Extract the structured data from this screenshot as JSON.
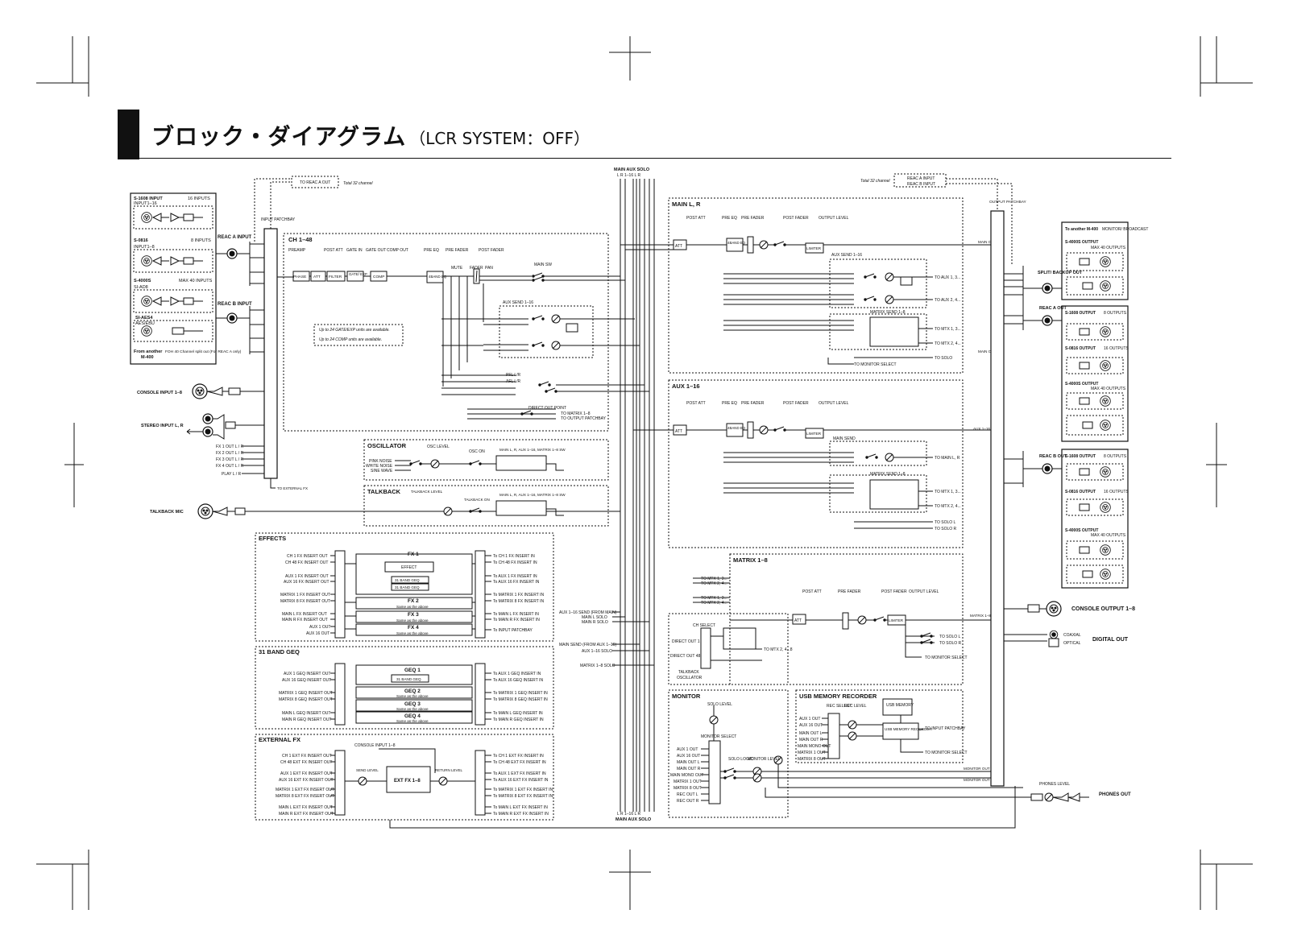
{
  "page": {
    "title_jp": "ブロック・ダイアグラム",
    "title_sub": "（LCR SYSTEM：OFF）"
  },
  "colors": {
    "ink": "#111111",
    "box_fill": "#ffffff",
    "line_dash": "#333333"
  },
  "inputs": {
    "s1608": {
      "label": "S-1608 INPUT",
      "count": "16 INPUTS",
      "range": "INPUT1–16"
    },
    "s0816": {
      "label": "S-0816",
      "count": "8 INPUTS",
      "range": "INPUT1–8"
    },
    "s4000s": {
      "label": "S-4000S",
      "count": "MAX 40 INPUTS",
      "sub": "SI-AD8",
      "aes": "SI-AES4",
      "aes_sub": "AES/EBU"
    },
    "from_another": "From another",
    "from_another_model": "M-400",
    "from_note": "FOH 40 Channel split out (For REAC A only)",
    "reac_a_input": "REAC A INPUT",
    "reac_b_input": "REAC B INPUT",
    "console_input": "CONSOLE INPUT 1–8",
    "stereo_input": "STEREO INPUT L, R",
    "fx_outs": [
      "FX 1 OUT L / R",
      "FX 2 OUT L / R",
      "FX 3 OUT L / R",
      "FX 4 OUT L / R",
      "PLAY L / R"
    ],
    "talkback_mic": "TALKBACK MIC",
    "input_patchbay": "INPUT PATCHBAY",
    "to_reac_a_out": "TO REAC A OUT",
    "total_32": "Total 32 channel",
    "to_external_fx": "TO EXTERNAL FX"
  },
  "ch": {
    "title": "CH 1–48",
    "stages": [
      "PHASE",
      "ATT",
      "FILTER",
      "GATE/ EXP",
      "COMP",
      "4BAND EQ"
    ],
    "points": [
      "PREAMP",
      "POST ATT",
      "GATE IN",
      "GATE OUT",
      "COMP OUT",
      "PRE EQ",
      "PRE FADER",
      "POST FADER"
    ],
    "labels": [
      "MUTE",
      "FADER",
      "PAN",
      "MAIN SW",
      "AUX SEND 1–16",
      "PFL L/R",
      "AFL L/R",
      "DIRECT OUT POINT",
      "TO MATRIX 1–8",
      "TO OUTPUT PATCHBAY"
    ],
    "note1": "Up to 24 GATE/EXP units are available.",
    "note2": "Up to 24 COMP units are available."
  },
  "osc": {
    "title": "OSCILLATOR",
    "sources": [
      "PINK NOISE",
      "WHITE NOISE",
      "SINE WAVE"
    ],
    "labels": [
      "OSC LEVEL",
      "OSC ON",
      "MAIN L, R, AUX 1–16, MATRIX 1–8 SW"
    ]
  },
  "talkback": {
    "title": "TALKBACK",
    "labels": [
      "TALKBACK LEVEL",
      "TALKBACK ON",
      "MAIN L, R, AUX 1–16, MATRIX 1–8 SW"
    ]
  },
  "effects": {
    "title": "EFFECTS",
    "ins": [
      "CH 1 FX INSERT OUT",
      "CH 48 FX INSERT OUT",
      "AUX 1 FX INSERT OUT",
      "AUX 16 FX INSERT OUT",
      "MATRIX 1 FX INSERT OUT",
      "MATRIX 8 FX INSERT OUT",
      "MAIN L FX INSERT OUT",
      "MAIN R FX INSERT OUT",
      "AUX 1 OUT",
      "AUX 16 OUT"
    ],
    "outs": [
      "To CH 1 FX INSERT IN",
      "To CH 48 FX INSERT IN",
      "To AUX 1 FX INSERT IN",
      "To AUX 16 FX INSERT IN",
      "To MATRIX 1 FX INSERT IN",
      "To MATRIX 8 FX INSERT IN",
      "To MAIN L FX INSERT IN",
      "To MAIN R FX INSERT IN",
      "To INPUT PATCHBAY"
    ],
    "blocks": [
      {
        "name": "FX 1",
        "note": ""
      },
      {
        "name": "FX 2",
        "note": "Same as the above"
      },
      {
        "name": "FX 3",
        "note": "Same as the above"
      },
      {
        "name": "FX 4",
        "note": "Same as the above"
      }
    ],
    "inner": [
      "EFFECT",
      "31 BAND GEQ",
      "31 BAND GEQ"
    ]
  },
  "geq": {
    "title": "31 BAND GEQ",
    "ins": [
      "AUX 1 GEQ INSERT OUT",
      "AUX 16 GEQ INSERT OUT",
      "MATRIX 1 GEQ INSERT OUT",
      "MATRIX 8 GEQ INSERT OUT",
      "MAIN L GEQ INSERT OUT",
      "MAIN R GEQ INSERT OUT"
    ],
    "outs": [
      "To AUX 1 GEQ INSERT IN",
      "To AUX 16 GEQ INSERT IN",
      "To MATRIX 1 GEQ INSERT IN",
      "To MATRIX 8 GEQ INSERT IN",
      "To MAIN L GEQ INSERT IN",
      "To MAIN R GEQ INSERT IN"
    ],
    "blocks": [
      {
        "name": "GEQ 1",
        "note": "31 BAND GEQ"
      },
      {
        "name": "GEQ 2",
        "note": "Same as the above"
      },
      {
        "name": "GEQ 3",
        "note": "Same as the above"
      },
      {
        "name": "GEQ 4",
        "note": "Same as the above"
      }
    ]
  },
  "extfx": {
    "title": "EXTERNAL FX",
    "ins": [
      "CH 1 EXT FX INSERT OUT",
      "CH 48 EXT FX INSERT OUT",
      "AUX 1 EXT FX INSERT OUT",
      "AUX 16 EXT FX INSERT OUT",
      "MATRIX 1 EXT FX INSERT OUT",
      "MATRIX 8 EXT FX INSERT OUT",
      "MAIN L EXT FX INSERT OUT",
      "MAIN R EXT FX INSERT OUT"
    ],
    "outs": [
      "To CH 1 EXT FX INSERT IN",
      "To CH 48 EXT FX INSERT IN",
      "To AUX 1 EXT FX INSERT IN",
      "To AUX 16 EXT FX INSERT IN",
      "To MATRIX 1 EXT FX INSERT IN",
      "To MATRIX 8 EXT FX INSERT IN",
      "To MAIN L EXT FX INSERT IN",
      "To MAIN R EXT FX INSERT IN"
    ],
    "block": "EXT FX 1–8",
    "labels": [
      "CONSOLE INPUT 1–8",
      "SEND LEVEL",
      "RETURN LEVEL"
    ]
  },
  "bus": {
    "top": "MAIN AUX SOLO",
    "top_sub": "L R 1–16 L R",
    "bottom": "MAIN AUX SOLO"
  },
  "main": {
    "title": "MAIN L, R",
    "stages": [
      "ATT",
      "4BAND EQ",
      "LIMITER"
    ],
    "points": [
      "POST ATT",
      "PRE EQ",
      "PRE FADER",
      "POST FADER",
      "OUTPUT LEVEL"
    ],
    "labels": [
      "AUX SEND 1–16",
      "MATRIX SEND 1–8",
      "TO AUX 1, 3...",
      "TO AUX 2, 4...",
      "TO MTX 1, 3...",
      "TO MTX 2, 4...",
      "TO SOLO",
      "TO MONITOR SELECT",
      "MAIN OUT L",
      "MAIN OUT R"
    ]
  },
  "aux": {
    "title": "AUX 1–16",
    "labels": [
      "MAIN SEND",
      "MATRIX SEND 1–8",
      "TO MAIN L, R",
      "TO MTX 1, 3...",
      "TO MTX 2, 4...",
      "TO SOLO L",
      "TO SOLO R",
      "AUX 1–16 OUT"
    ]
  },
  "matrix": {
    "title": "MATRIX 1–8",
    "labels": [
      "TO MTX 1, 3...",
      "TO MTX 2, 4...",
      "AUX 1–16 SEND (FROM MAIN)",
      "MAIN L SOLO",
      "MAIN R SOLO",
      "MAIN SEND (FROM AUX 1–16)",
      "AUX 1–16 SOLO",
      "MATRIX 1–8 SOLO",
      "CH SELECT",
      "DIRECT OUT 1",
      "DIRECT OUT 48",
      "TALKBACK",
      "OSCILLATOR",
      "TO MTX 2, 4...8",
      "MATRIX 1–8 OUT",
      "TO SOLO L",
      "TO SOLO R"
    ]
  },
  "monitor": {
    "title": "MONITOR",
    "labels": [
      "SOLO LEVEL",
      "MONITOR SELECT",
      "SOLO LOGIC",
      "MONITOR LEVEL",
      "MONITOR OUT L",
      "MONITOR OUT R"
    ],
    "ins": [
      "AUX 1 OUT",
      "AUX 16 OUT",
      "MAIN OUT L",
      "MAIN OUT R",
      "MAIN MONO OUT",
      "MATRIX 1 OUT",
      "MATRIX 8 OUT",
      "REC OUT L",
      "REC OUT R"
    ]
  },
  "usb": {
    "title": "USB MEMORY RECORDER",
    "labels": [
      "REC SELECT",
      "REC LEVEL",
      "USB MEMORY",
      "USB MEMORY RECORDER",
      "TO INPUT PATCHBAY",
      "TO MONITOR SELECT"
    ]
  },
  "outputs": {
    "output_patchbay": "OUTPUT PATCHBAY",
    "split": "SPLIT/ BACKUP OUT",
    "reac_a_out": "REAC A OUT",
    "reac_b_out": "REAC B OUT",
    "console_output": "CONSOLE OUTPUT 1–8",
    "digital_out": "DIGITAL OUT",
    "coaxial": "COAXIAL",
    "optical": "OPTICAL",
    "phones_out": "PHONES OUT",
    "phones_level": "PHONES LEVEL",
    "to_another": "To another M-400",
    "monitor_broadcast": "MONITOR/ BROADCAST",
    "s4000s_out": "S-4000S OUTPUT",
    "s1608_out": "S-1608 OUTPUT",
    "s0816_out": "S-0816 OUTPUT",
    "max40": "MAX 40 OUTPUTS",
    "out8": "8 OUTPUTS",
    "out16": "16 OUTPUTS",
    "reac_a_input": "REAC A INPUT",
    "reac_b_input": "REAC B INPUT"
  }
}
